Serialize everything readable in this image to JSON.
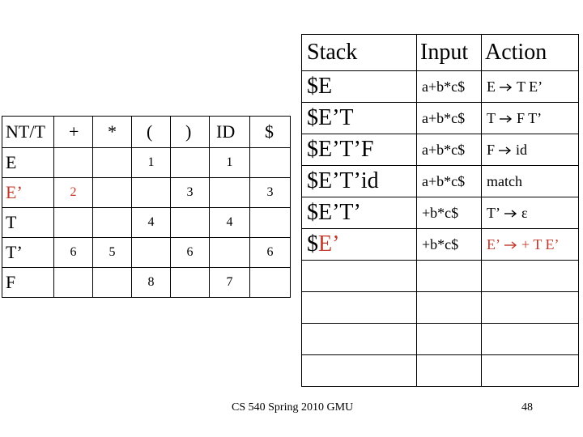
{
  "parse_table": {
    "headers": [
      "NT/T",
      "+",
      "*",
      "(",
      ")",
      "ID",
      "$"
    ],
    "rows": [
      {
        "nt": "E",
        "cells": [
          "",
          "",
          "1",
          "",
          "1",
          ""
        ]
      },
      {
        "nt": "E’",
        "cells": [
          "2",
          "",
          "",
          "3",
          "",
          "3"
        ]
      },
      {
        "nt": "T",
        "cells": [
          "",
          "",
          "4",
          "",
          "4",
          ""
        ]
      },
      {
        "nt": "T’",
        "cells": [
          "6",
          "5",
          "",
          "6",
          "",
          "6"
        ]
      },
      {
        "nt": "F",
        "cells": [
          "",
          "",
          "8",
          "",
          "7",
          ""
        ]
      }
    ]
  },
  "trace_table": {
    "headers": {
      "stack": "Stack",
      "input": "Input",
      "action": "Action"
    },
    "rows": [
      {
        "stack": "$E",
        "input": "a+b*c$",
        "action_lhs": "E",
        "action_rhs": "T E’"
      },
      {
        "stack": "$E’T",
        "input": "a+b*c$",
        "action_lhs": "T",
        "action_rhs": "F T’"
      },
      {
        "stack": "$E’T’F",
        "input": "a+b*c$",
        "action_lhs": "F",
        "action_rhs": "id"
      },
      {
        "stack": "$E’T’id",
        "input": "a+b*c$",
        "action_text": "match"
      },
      {
        "stack": "$E’T’",
        "input": "+b*c$",
        "action_lhs": "T’",
        "action_rhs": "ε"
      },
      {
        "stack_prefix": "$",
        "stack_red": "E’",
        "input": "+b*c$",
        "action_lhs": "E’",
        "action_rhs": "+ T E’"
      }
    ],
    "empty_rows": 4
  },
  "colors": {
    "highlight": "#c0392b"
  },
  "footer": "CS 540 Spring 2010 GMU",
  "page_number": "48"
}
